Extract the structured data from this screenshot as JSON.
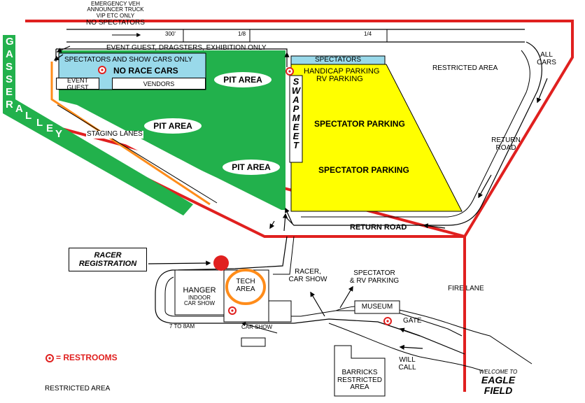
{
  "map": {
    "colors": {
      "track": "#e0201f",
      "pit": "#22b14c",
      "spectator_lot": "#ffff00",
      "spectator_strip": "#99d9ea",
      "orange": "#ff8c1a",
      "restroom": "#e0201f"
    },
    "track_top": {
      "line1": "EMERGENCY VEH",
      "line2": "ANNOUNCER TRUCK",
      "line3": "VIP    ETC ONLY",
      "line4": "NO SPECTATORS"
    },
    "distances": {
      "d300": "300'",
      "d18": "1/8",
      "d14": "1/4"
    },
    "event_guest_only": "EVENT GUEST, DRAGSTERS, EXHIBITION ONLY",
    "spectators_show_cars": "SPECTATORS AND SHOW CARS ONLY",
    "no_race_cars": "NO RACE CARS",
    "event_guest": "EVENT GUEST",
    "vendors": "VENDORS",
    "pit_area": "PIT AREA",
    "staging_lanes": "STAGING LANES",
    "gasser_alley": [
      "G",
      "A",
      "S",
      "S",
      "E",
      "R",
      "A",
      "L",
      "L",
      "E",
      "Y"
    ],
    "swap_meet": [
      "S",
      "W",
      "A",
      "P",
      "M",
      "E",
      "E",
      "T"
    ],
    "spectators": "SPECTATORS",
    "handicap_parking": "HANDICAP PARKING",
    "rv_parking": "RV PARKING",
    "spectator_parking": "SPECTATOR PARKING",
    "restricted_area": "RESTRICTED AREA",
    "all_cars": [
      "ALL",
      "CARS"
    ],
    "return_road": "RETURN ROAD",
    "return_road_side": [
      "RETURN",
      "ROAD"
    ],
    "racer_registration": [
      "RACER",
      "REGISTRATION"
    ],
    "tech_area": [
      "TECH",
      "AREA"
    ],
    "hanger": [
      "HANGER",
      "INDOOR",
      "CAR SHOW"
    ],
    "racer_car_show": [
      "RACER,",
      "CAR SHOW"
    ],
    "spectator_rv_parking": [
      "SPECTATOR",
      "& RV PARKING"
    ],
    "museum": "MUSEUM",
    "fire_lane": "FIRE LANE",
    "gate": "GATE",
    "time_7to8": "7 TO 8AM",
    "car_show": "CAR SHOW",
    "will_call": [
      "WILL",
      "CALL"
    ],
    "barricks": [
      "BARRICKS",
      "RESTRICTED",
      "AREA"
    ],
    "welcome": [
      "WELCOME TO",
      "EAGLE",
      "FIELD"
    ],
    "legend": {
      "symbol": "restroom",
      "label": "= RESTROOMS"
    },
    "restricted_area_bottom": "RESTRICTED AREA"
  }
}
